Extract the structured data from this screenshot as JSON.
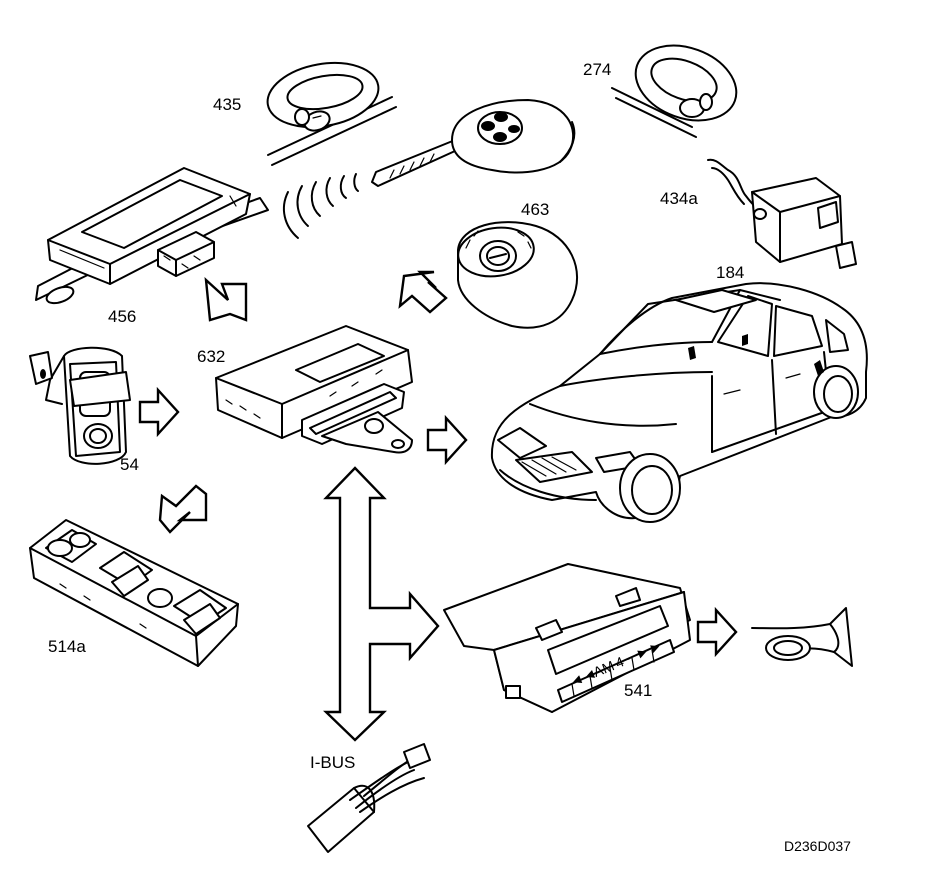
{
  "figure_code": "D236D037",
  "components": [
    {
      "id": "435",
      "label": "435"
    },
    {
      "id": "274",
      "label": "274"
    },
    {
      "id": "463",
      "label": "463"
    },
    {
      "id": "434a",
      "label": "434a"
    },
    {
      "id": "456",
      "label": "456"
    },
    {
      "id": "184",
      "label": "184"
    },
    {
      "id": "632",
      "label": "632"
    },
    {
      "id": "54",
      "label": "54"
    },
    {
      "id": "514a",
      "label": "514a"
    },
    {
      "id": "541",
      "label": "541"
    }
  ],
  "bus_label": "I-BUS",
  "display_button_labels": [
    "◄◄",
    "AM",
    "4~",
    "►►"
  ]
}
